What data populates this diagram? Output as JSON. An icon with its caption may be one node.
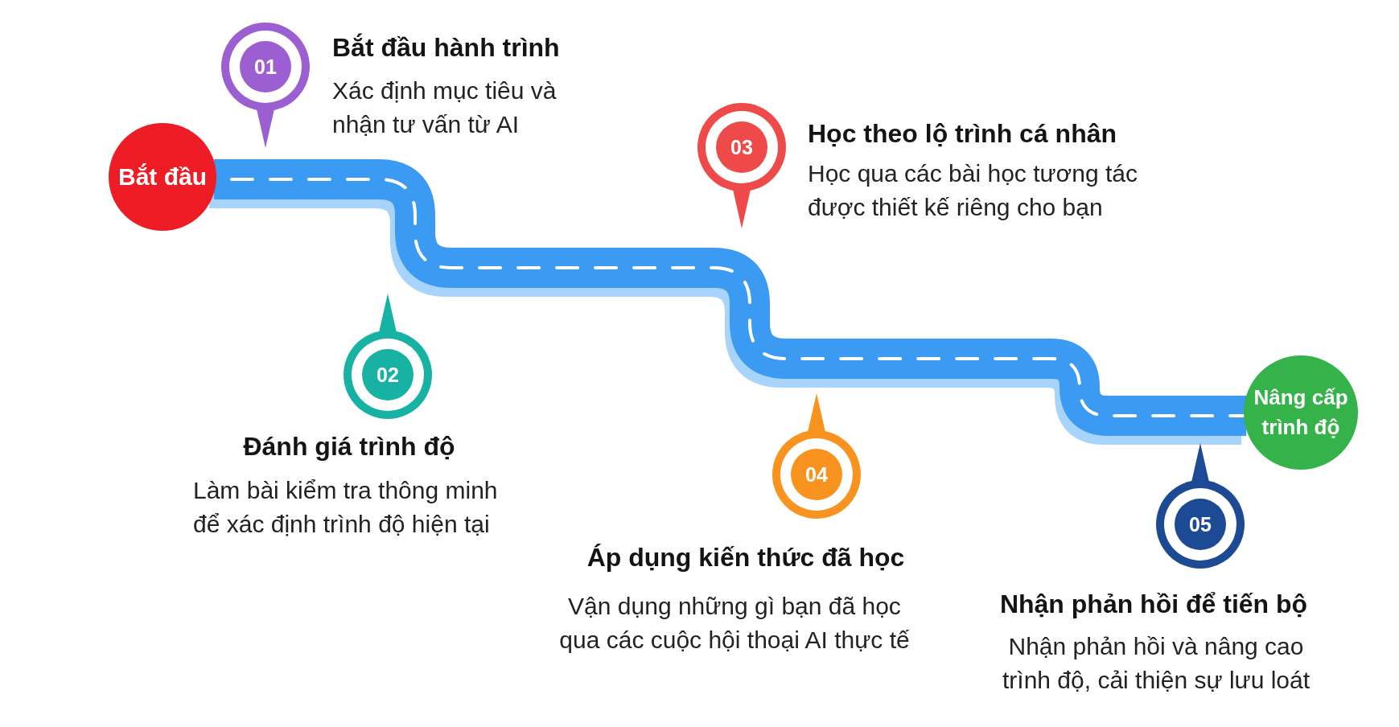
{
  "diagram": {
    "nodes": [
      {
        "text": [
          "Bắt đầu"
        ]
      },
      {
        "text": [
          "01"
        ],
        "beside": [
          "Bắt đầu hành trình",
          "Xác định mục tiêu và nhận tư vấn từ AI"
        ]
      },
      {
        "text": [
          "02"
        ],
        "beside": [
          "Đánh giá trình độ",
          "Làm bài kiểm tra thông minh để xác định trình độ hiện tại"
        ]
      },
      {
        "text": [
          "03"
        ],
        "beside": [
          "Học theo lộ trình cá nhân",
          "Học qua các bài học tương tác được thiết kế riêng cho bạn"
        ]
      },
      {
        "text": [
          "04"
        ],
        "beside": [
          "Áp dụng kiến thức đã học",
          "Vận dụng những gì bạn đã học qua các cuộc hội thoại AI thực tế"
        ]
      },
      {
        "text": [
          "05"
        ],
        "beside": [
          "Nhận phản hồi để tiến bộ",
          "Nhận phản hồi và nâng cao trình độ, cải thiện sự lưu loát"
        ]
      },
      {
        "text": [
          "Nâng cấp trình độ"
        ]
      }
    ],
    "edges": [
      {
        "from": 0,
        "to": 6,
        "arrow": "none"
      }
    ]
  }
}
